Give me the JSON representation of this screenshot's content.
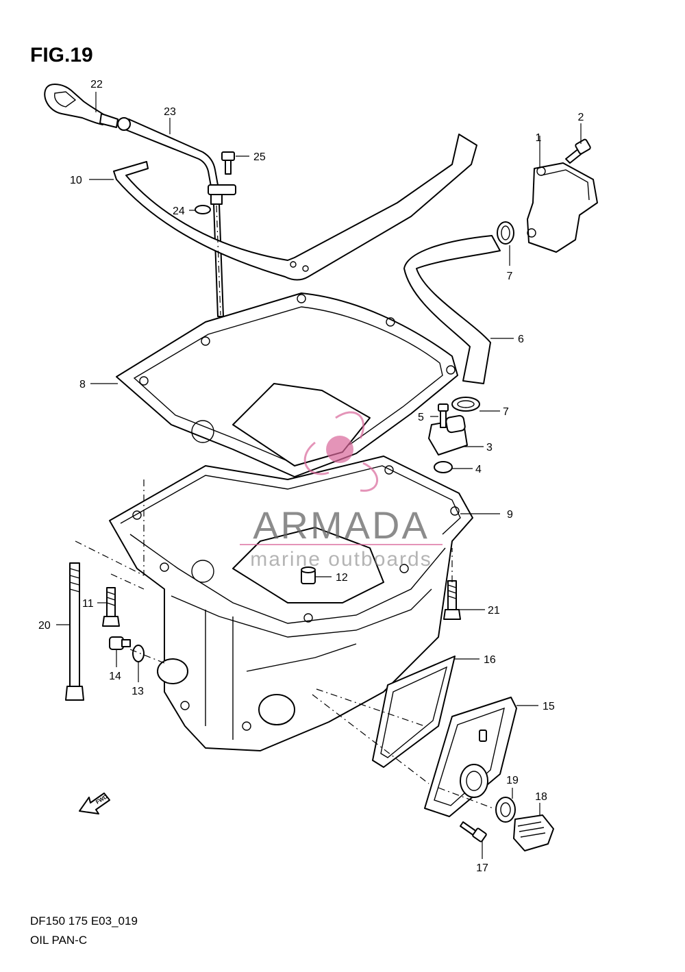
{
  "figure": {
    "title": "FIG.19",
    "model_code": "DF150 175 E03_019",
    "section_name": "OIL PAN-C"
  },
  "callouts": [
    "1",
    "2",
    "3",
    "4",
    "5",
    "6",
    "7",
    "7",
    "8",
    "9",
    "10",
    "11",
    "12",
    "13",
    "14",
    "15",
    "16",
    "17",
    "18",
    "19",
    "20",
    "21",
    "22",
    "23",
    "24",
    "25"
  ],
  "fwd_arrow": {
    "label": "FWD"
  },
  "watermark": {
    "brand": "ARMADA",
    "tagline": "marine outboards",
    "logo_color": "#d9669a"
  }
}
